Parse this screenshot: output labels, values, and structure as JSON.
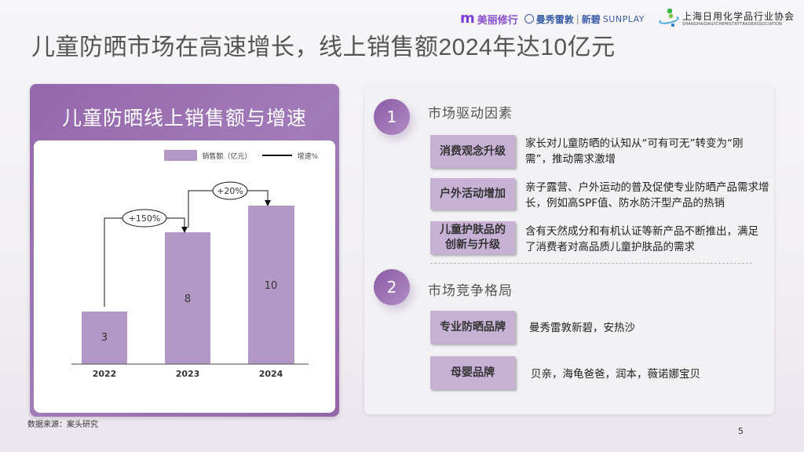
{
  "logos": {
    "meili_xiuxing": "美丽修行",
    "meili_mark": "m",
    "manxiu": "曼秀雷敦",
    "xinbi": "新碧",
    "sunplay": "SUNPLAY",
    "association_cn": "上海日用化学品行业协会",
    "association_en": "SHANGHAIDAILYCHEMISTRYTRADEASSOCIATION"
  },
  "title": "儿童防晒市场在高速增长，线上销售额2024年达10亿元",
  "left_panel": {
    "title": "儿童防晒线上销售额与增速",
    "legend": {
      "bar_label": "销售额（亿元）",
      "line_label": "增速%"
    }
  },
  "chart_data": {
    "type": "bar",
    "title": "儿童防晒线上销售额与增速",
    "categories": [
      "2022",
      "2023",
      "2024"
    ],
    "series": [
      {
        "name": "销售额（亿元）",
        "values": [
          3,
          8,
          10
        ]
      }
    ],
    "growth_annotations": [
      {
        "from": "2022",
        "to": "2023",
        "label": "+150%"
      },
      {
        "from": "2023",
        "to": "2024",
        "label": "+20%"
      }
    ],
    "legend": [
      "销售额（亿元）",
      "增速%"
    ],
    "bar_color": "#b397c5",
    "xlabel": "",
    "ylabel": "",
    "grid": false
  },
  "right_panel": {
    "section1": {
      "number": "1",
      "title": "市场驱动因素",
      "items": [
        {
          "tag": "消费观念升级",
          "desc": "家长对儿童防晒的认知从“可有可无”转变为“刚需”，推动需求激增"
        },
        {
          "tag": "户外活动增加",
          "desc": "亲子露营、户外运动的普及促使专业防晒产品需求增长，例如高SPF值、防水防汗型产品的热销"
        },
        {
          "tag": "儿童护肤品的创新与升级",
          "desc": "含有天然成分和有机认证等新产品不断推出，满足了消费者对高品质儿童护肤品的需求"
        }
      ]
    },
    "section2": {
      "number": "2",
      "title": "市场竞争格局",
      "items": [
        {
          "tag": "专业防晒品牌",
          "desc": "曼秀雷敦新碧，安热沙"
        },
        {
          "tag": "母婴品牌",
          "desc": "贝亲，海龟爸爸，润本，薇诺娜宝贝"
        }
      ]
    }
  },
  "footer": {
    "source": "数据来源：案头研究",
    "page_number": "5"
  }
}
